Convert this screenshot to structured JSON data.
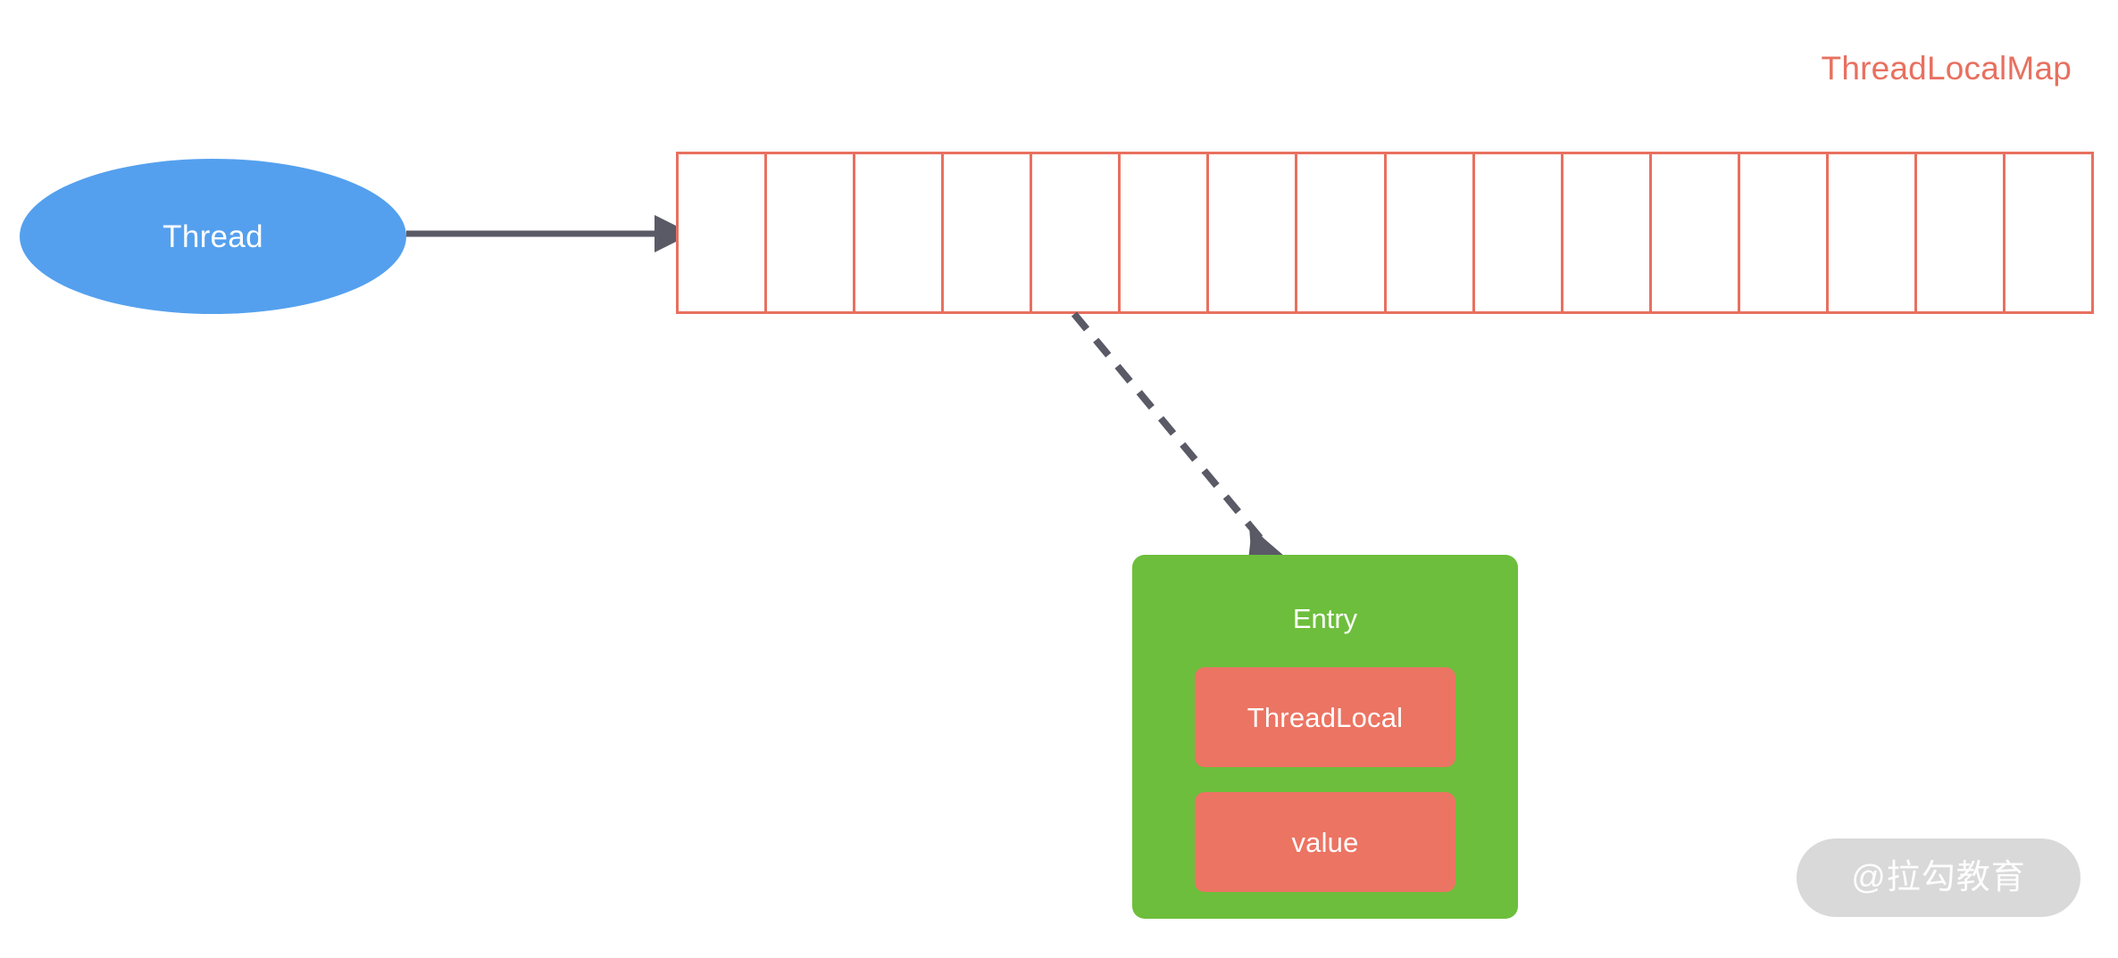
{
  "diagram": {
    "title": "ThreadLocalMap",
    "background": "#ffffff",
    "colors": {
      "accent_salmon": "#e8705f",
      "thread_blue": "#54a0ee",
      "entry_green": "#6dbe3c",
      "field_salmon": "#ec7463",
      "connector_gray": "#5a5a66",
      "watermark_gray": "#d9d9d9"
    }
  },
  "thread_node": {
    "label": "Thread",
    "shape": "ellipse"
  },
  "connectors": {
    "thread_to_map": {
      "style": "solid",
      "arrowhead": "filled-triangle",
      "color": "#5a5a66"
    },
    "slot_to_entry": {
      "style": "dashed",
      "arrowhead": "filled-triangle",
      "color": "#5a5a66"
    }
  },
  "hash_table": {
    "name": "ThreadLocalMap table",
    "cell_count": 16,
    "cells": [
      {
        "index": 0,
        "value": ""
      },
      {
        "index": 1,
        "value": ""
      },
      {
        "index": 2,
        "value": ""
      },
      {
        "index": 3,
        "value": ""
      },
      {
        "index": 4,
        "value": ""
      },
      {
        "index": 5,
        "value": ""
      },
      {
        "index": 6,
        "value": ""
      },
      {
        "index": 7,
        "value": ""
      },
      {
        "index": 8,
        "value": ""
      },
      {
        "index": 9,
        "value": ""
      },
      {
        "index": 10,
        "value": ""
      },
      {
        "index": 11,
        "value": ""
      },
      {
        "index": 12,
        "value": ""
      },
      {
        "index": 13,
        "value": ""
      },
      {
        "index": 14,
        "value": ""
      },
      {
        "index": 15,
        "value": ""
      }
    ]
  },
  "entry_node": {
    "title": "Entry",
    "fields": [
      {
        "label": "ThreadLocal"
      },
      {
        "label": "value"
      }
    ]
  },
  "watermark": {
    "text": "@拉勾教育"
  }
}
